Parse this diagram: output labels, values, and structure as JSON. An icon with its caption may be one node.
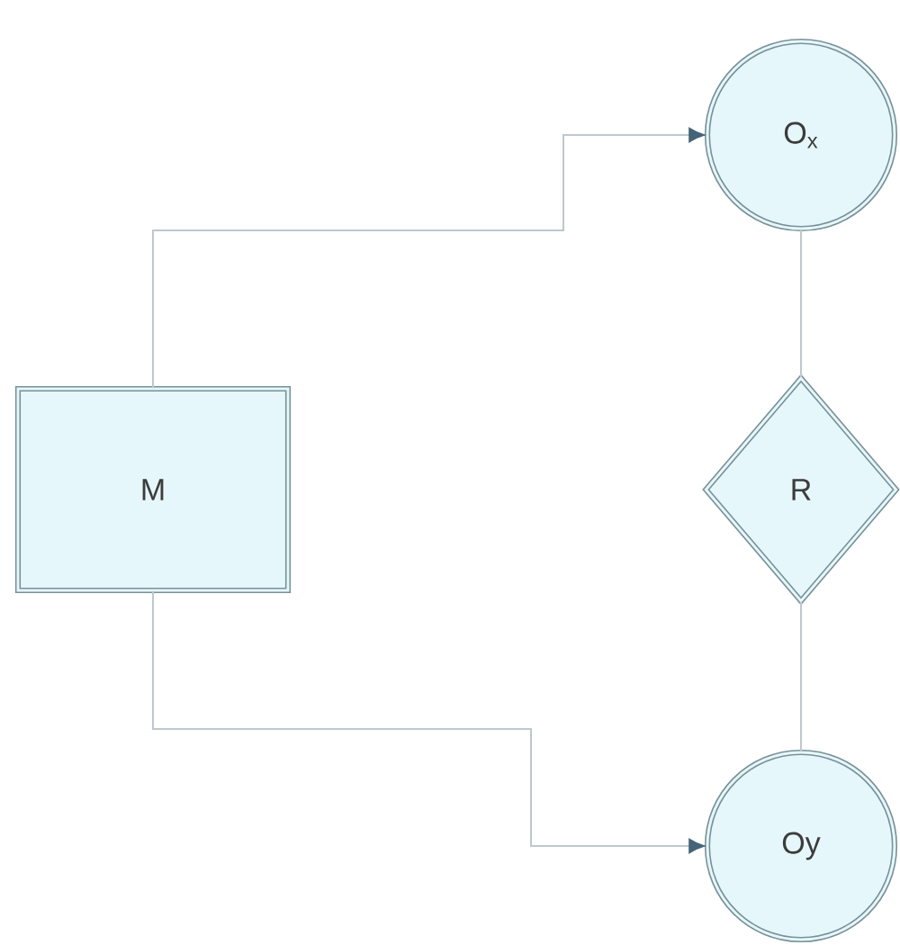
{
  "diagram": {
    "nodes": [
      {
        "text": [
          "M"
        ]
      },
      {
        "text": [
          "O$_{x}$"
        ]
      },
      {
        "text": [
          "R"
        ]
      },
      {
        "text": [
          "Oy"
        ]
      }
    ],
    "edges": [
      {
        "from": 0,
        "to": 1,
        "arrow": "to"
      },
      {
        "from": 0,
        "to": 3,
        "arrow": "to"
      },
      {
        "from": 1,
        "to": 2,
        "arrow": "none"
      },
      {
        "from": 2,
        "to": 3,
        "arrow": "none"
      }
    ]
  }
}
